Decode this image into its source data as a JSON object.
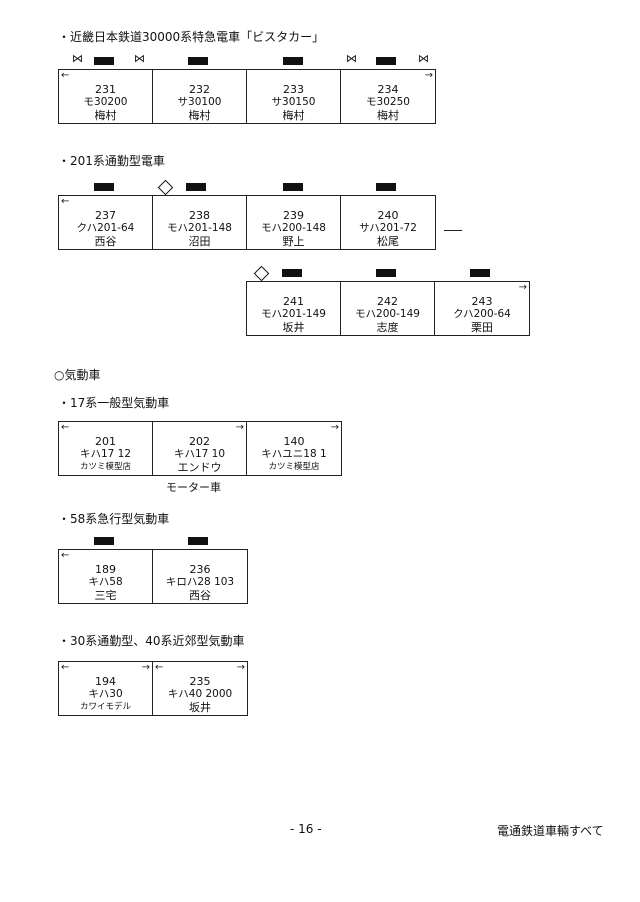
{
  "sections": {
    "kintetsu": {
      "heading": "・近畿日本鉄道30000系特急電車「ビスタカー」",
      "cars": [
        {
          "num": "231",
          "type": "モ30200",
          "loc": "梅村"
        },
        {
          "num": "232",
          "type": "サ30100",
          "loc": "梅村"
        },
        {
          "num": "233",
          "type": "サ30150",
          "loc": "梅村"
        },
        {
          "num": "234",
          "type": "モ30250",
          "loc": "梅村"
        }
      ]
    },
    "s201": {
      "heading": "・201系通勤型電車",
      "row1": [
        {
          "num": "237",
          "type": "クハ201-64",
          "loc": "西谷"
        },
        {
          "num": "238",
          "type": "モハ201-148",
          "loc": "沼田"
        },
        {
          "num": "239",
          "type": "モハ200-148",
          "loc": "野上"
        },
        {
          "num": "240",
          "type": "サハ201-72",
          "loc": "松尾"
        }
      ],
      "row2": [
        {
          "num": "241",
          "type": "モハ201-149",
          "loc": "坂井"
        },
        {
          "num": "242",
          "type": "モハ200-149",
          "loc": "志度"
        },
        {
          "num": "243",
          "type": "クハ200-64",
          "loc": "栗田"
        }
      ],
      "continuation": "—"
    },
    "diesel": {
      "heading": "○気動車"
    },
    "s17": {
      "heading": "・17系一般型気動車",
      "cars": [
        {
          "num": "201",
          "type": "キハ17 12",
          "loc": "カツミ模型店"
        },
        {
          "num": "202",
          "type": "キハ17 10",
          "loc": "エンドウ"
        },
        {
          "num": "140",
          "type": "キハユニ18 1",
          "loc": "カツミ模型店"
        }
      ],
      "note": "モーター車"
    },
    "s58": {
      "heading": "・58系急行型気動車",
      "cars": [
        {
          "num": "189",
          "type": "キハ58",
          "loc": "三宅"
        },
        {
          "num": "236",
          "type": "キロハ28 103",
          "loc": "西谷"
        }
      ]
    },
    "s30": {
      "heading": "・30系通勤型、40系近郊型気動車",
      "cars": [
        {
          "num": "194",
          "type": "キハ30",
          "loc": "カワイモデル"
        },
        {
          "num": "235",
          "type": "キハ40 2000",
          "loc": "坂井"
        }
      ]
    }
  },
  "footer": {
    "page": "- 16 -",
    "title": "電通鉄道車輛すべて"
  }
}
